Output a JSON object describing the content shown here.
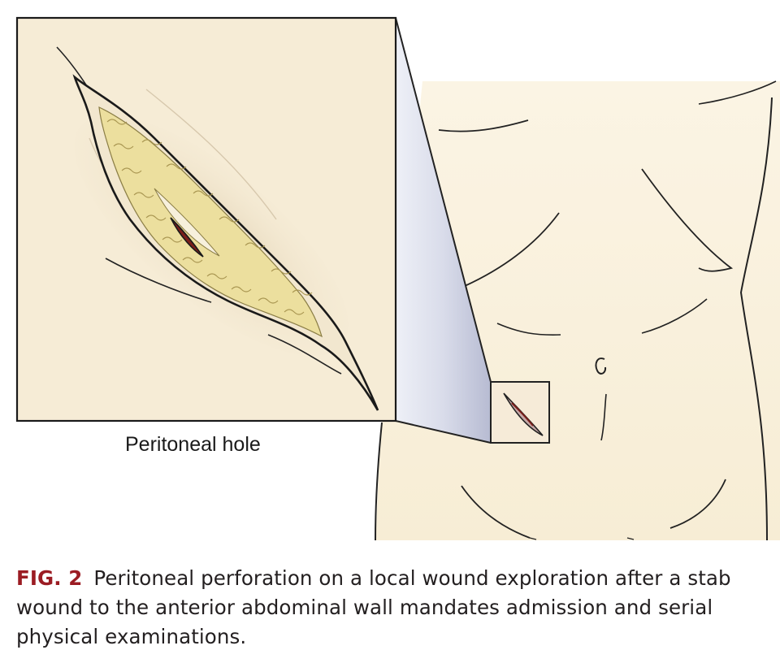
{
  "figure": {
    "inset_label": "Peritoneal hole"
  },
  "caption": {
    "label": "FIG. 2",
    "text": "Peritoneal perforation on a local wound exploration after a stab wound to the anterior abdominal wall mandates admission and serial physical examinations."
  },
  "colors": {
    "skin": "#f8efd8",
    "inset_background": "#f6ecd6",
    "fat": "#ecdf9e",
    "wound_red": "#7a1e1a",
    "outline": "#1a1a1a",
    "caption_label": "#9b1c23",
    "callout_shadow": "#c9ccdc"
  }
}
